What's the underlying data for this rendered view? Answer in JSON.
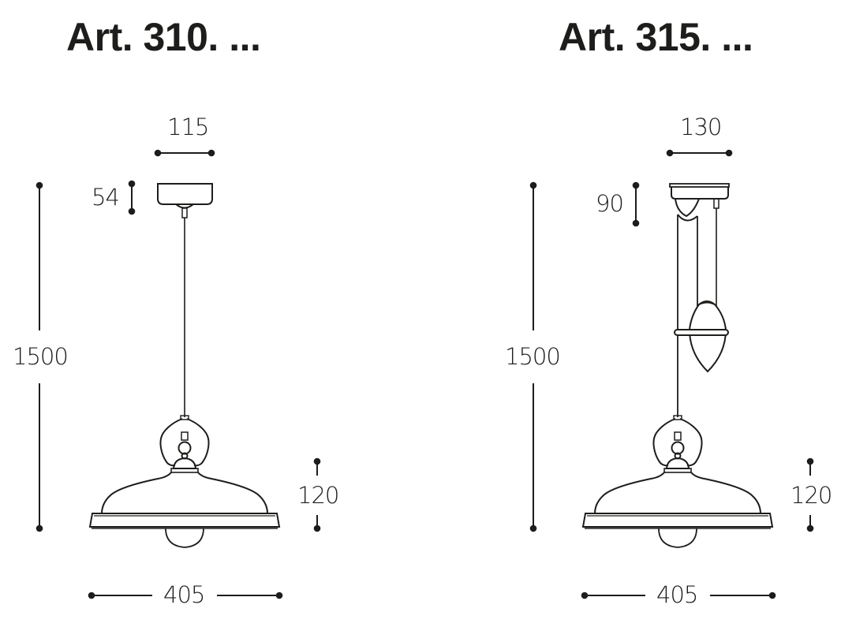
{
  "drawings": [
    {
      "title": "Art. 310. ...",
      "dimensions": {
        "canopy_width": "115",
        "canopy_height": "54",
        "total_height": "1500",
        "shade_height": "120",
        "shade_diameter": "405"
      }
    },
    {
      "title": "Art. 315. ...",
      "dimensions": {
        "canopy_width": "130",
        "canopy_height": "90",
        "total_height": "1500",
        "shade_height": "120",
        "shade_diameter": "405"
      }
    }
  ],
  "colors": {
    "ink": "#1d1d1b",
    "background": "#ffffff"
  }
}
